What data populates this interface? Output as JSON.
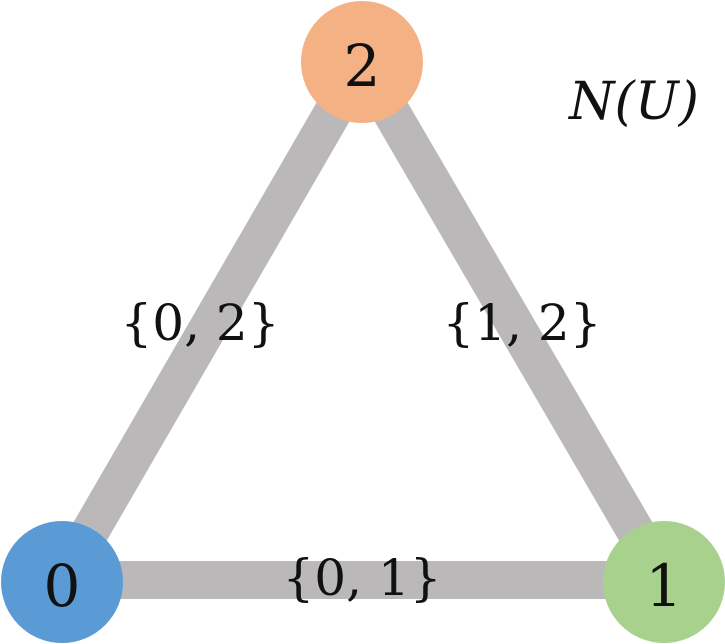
{
  "title": "N(U)",
  "nodes": [
    {
      "label": "0",
      "color": "#5b9bd5"
    },
    {
      "label": "1",
      "color": "#a9d18e"
    },
    {
      "label": "2",
      "color": "#f4b183"
    }
  ],
  "edges": [
    {
      "label": "{0, 1}",
      "from": "0",
      "to": "1"
    },
    {
      "label": "{0, 2}",
      "from": "0",
      "to": "2"
    },
    {
      "label": "{1, 2}",
      "from": "1",
      "to": "2"
    }
  ],
  "edge_color": "#bab8b9"
}
